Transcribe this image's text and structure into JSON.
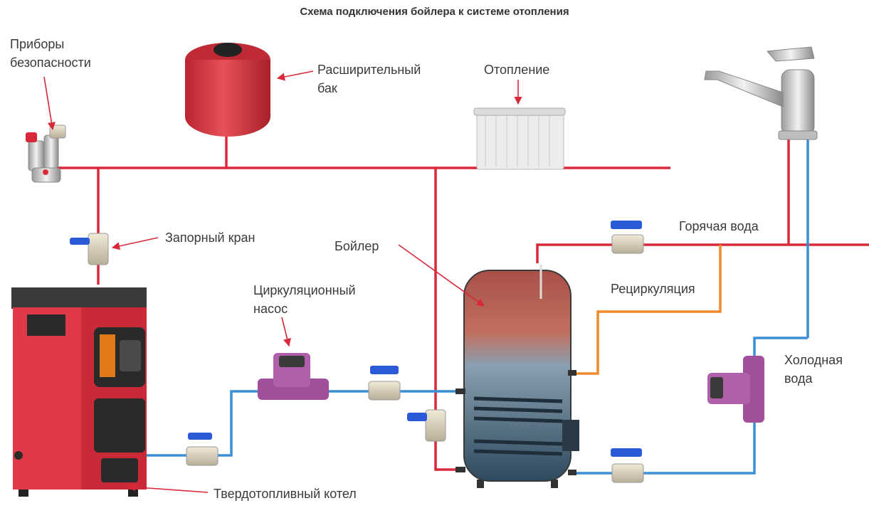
{
  "title": "Схема подключения бойлера к системе отопления",
  "labels": {
    "safety_1": "Приборы",
    "safety_2": "безопасности",
    "tank_1": "Расширительный",
    "tank_2": "бак",
    "heating": "Отопление",
    "shutoff": "Запорный кран",
    "boiler": "Бойлер",
    "pump_1": "Циркуляционный",
    "pump_2": "насос",
    "hot": "Горячая вода",
    "recirc": "Рециркуляция",
    "cold_1": "Холодная",
    "cold_2": "вода",
    "furnace": "Твердотопливный котел"
  },
  "colors": {
    "hot_pipe": "#d8283a",
    "cold_pipe": "#3a8fd8",
    "recirc_pipe": "#f08a2a",
    "arrow": "#d8283a",
    "furnace_body": "#e03a48",
    "tank": "#d83a40",
    "pump": "#a0509a"
  }
}
